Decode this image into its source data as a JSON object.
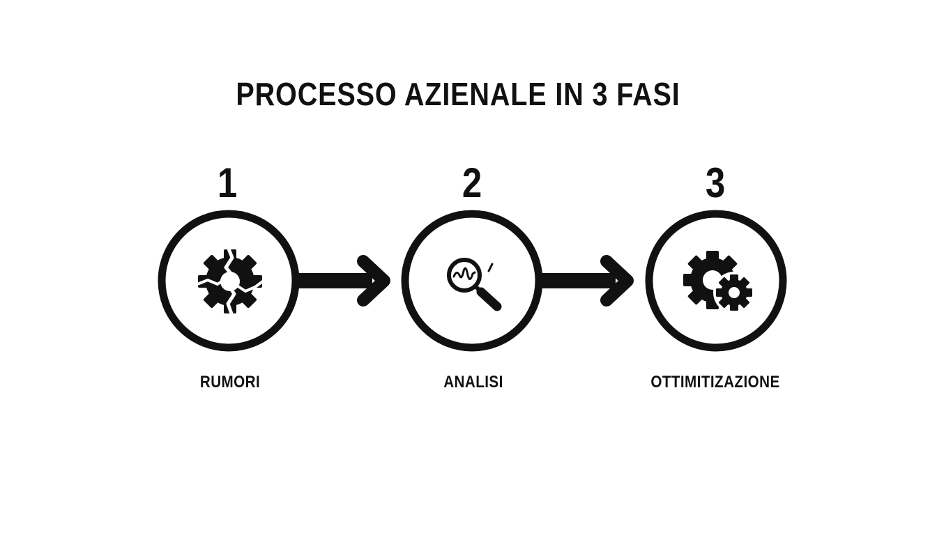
{
  "title": "PROCESSO AZIENALE IN 3 FASI",
  "steps": [
    {
      "number": "1",
      "label": "RUMORI",
      "icon": "broken-gear-icon"
    },
    {
      "number": "2",
      "label": "ANALISI",
      "icon": "magnifier-waveform-icon"
    },
    {
      "number": "3",
      "label": "OTTIMITIZAZIONE",
      "icon": "gears-icon"
    }
  ],
  "colors": {
    "foreground": "#111111",
    "background": "#ffffff"
  }
}
